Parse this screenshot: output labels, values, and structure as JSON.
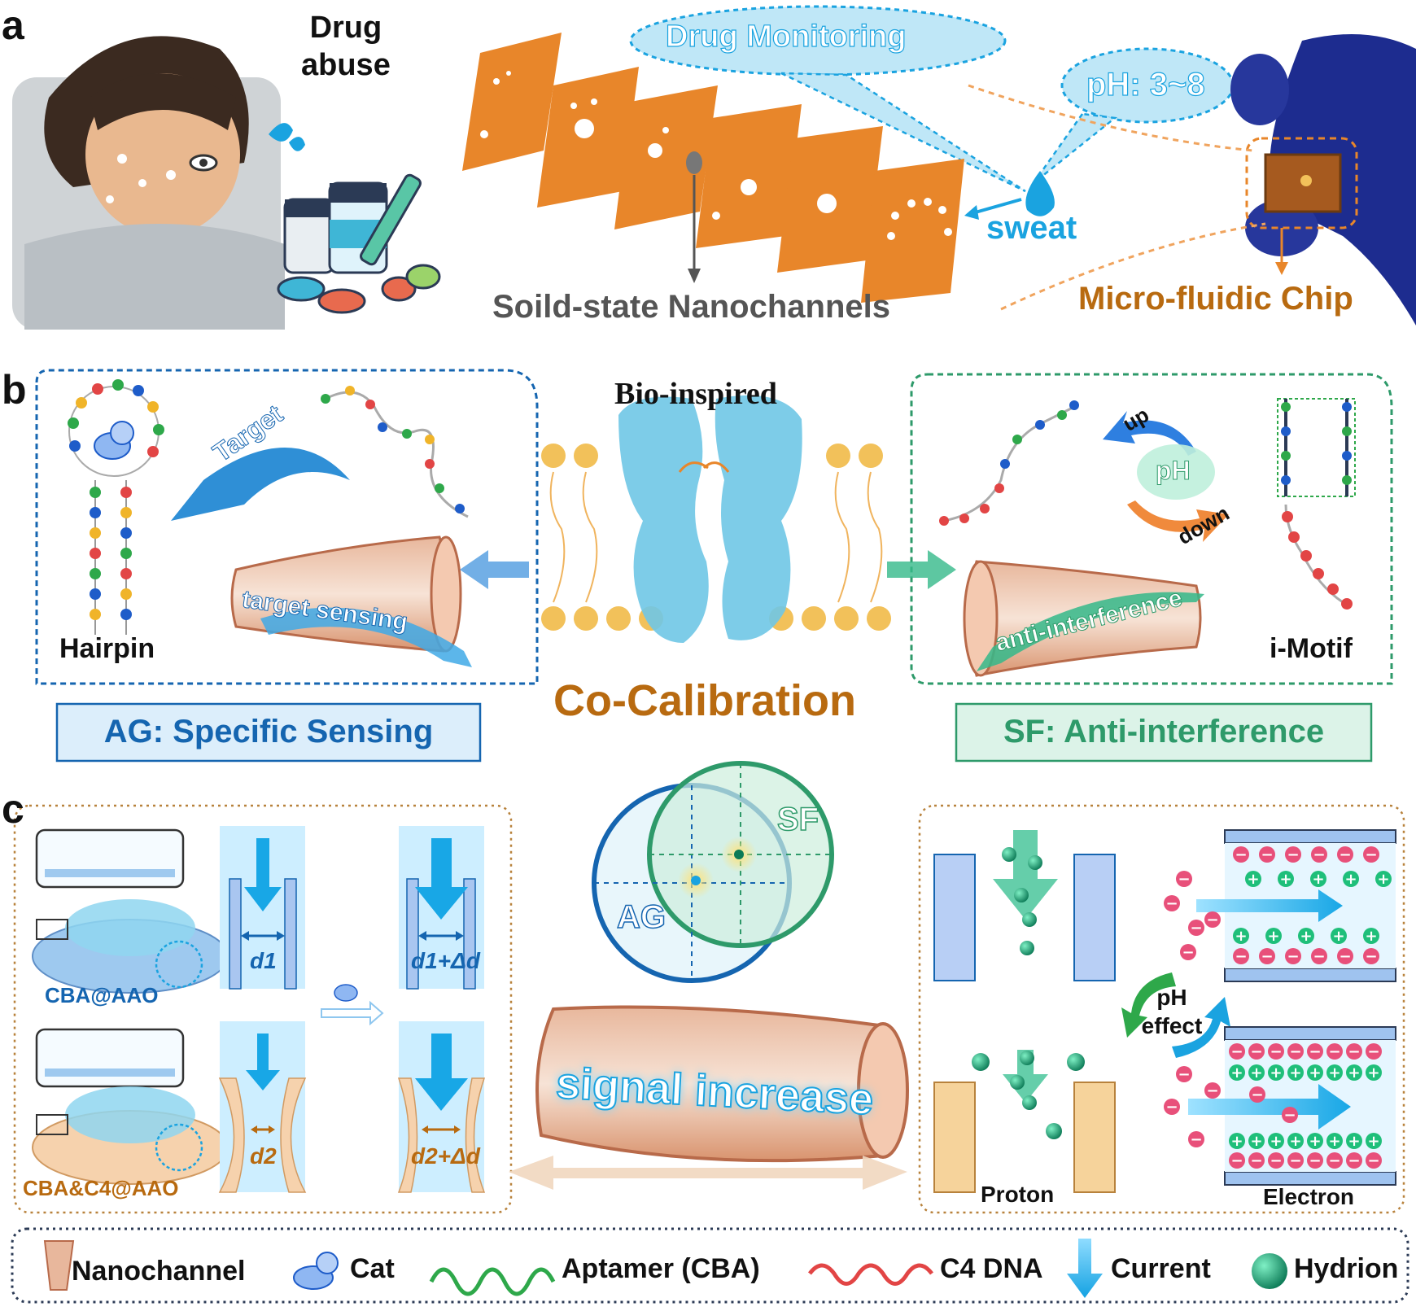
{
  "panel_a": {
    "letter": "a",
    "drug_abuse": "Drug\nabuse",
    "drug_monitoring": "Drug Monitoring",
    "ph_range": "pH: 3~8",
    "sweat": "sweat",
    "nanochannels": "Soild-state Nanochannels",
    "chip": "Micro-fluidic Chip"
  },
  "panel_b": {
    "letter": "b",
    "bio_inspired": "Bio-inspired",
    "target": "Target",
    "hairpin": "Hairpin",
    "target_sensing": "target sensing",
    "co_calibration": "Co-Calibration",
    "up": "up",
    "down": "down",
    "ph": "pH",
    "anti_interference_arrow": "anti-interference",
    "i_motif": "i-Motif",
    "ag_box": "AG: Specific Sensing",
    "sf_box": "SF: Anti-interference"
  },
  "panel_c": {
    "letter": "c",
    "cba_aao": "CBA@AAO",
    "cba_c4_aao": "CBA&C4@AAO",
    "d1": "d1",
    "d1_delta": "d1+Δd",
    "d2": "d2",
    "d2_delta": "d2+Δd",
    "sf": "SF",
    "ag": "AG",
    "signal_increase": "signal increase",
    "ph_effect": "pH\neffect",
    "proton": "Proton",
    "electron": "Electron"
  },
  "legend": {
    "nanochannel": "Nanochannel",
    "cat": "Cat",
    "aptamer": "Aptamer (CBA)",
    "c4": "C4 DNA",
    "current": "Current",
    "hydrion": "Hydrion"
  },
  "colors": {
    "orange_sheet": "#e8862a",
    "ag_blue": "#1565b0",
    "sf_green": "#2e9a6a",
    "cyan": "#1aa3e0",
    "brown": "#b86a10",
    "gray_text": "#555555",
    "dotted_brown": "#b8823c",
    "navy_dots": "#2b3a55"
  }
}
